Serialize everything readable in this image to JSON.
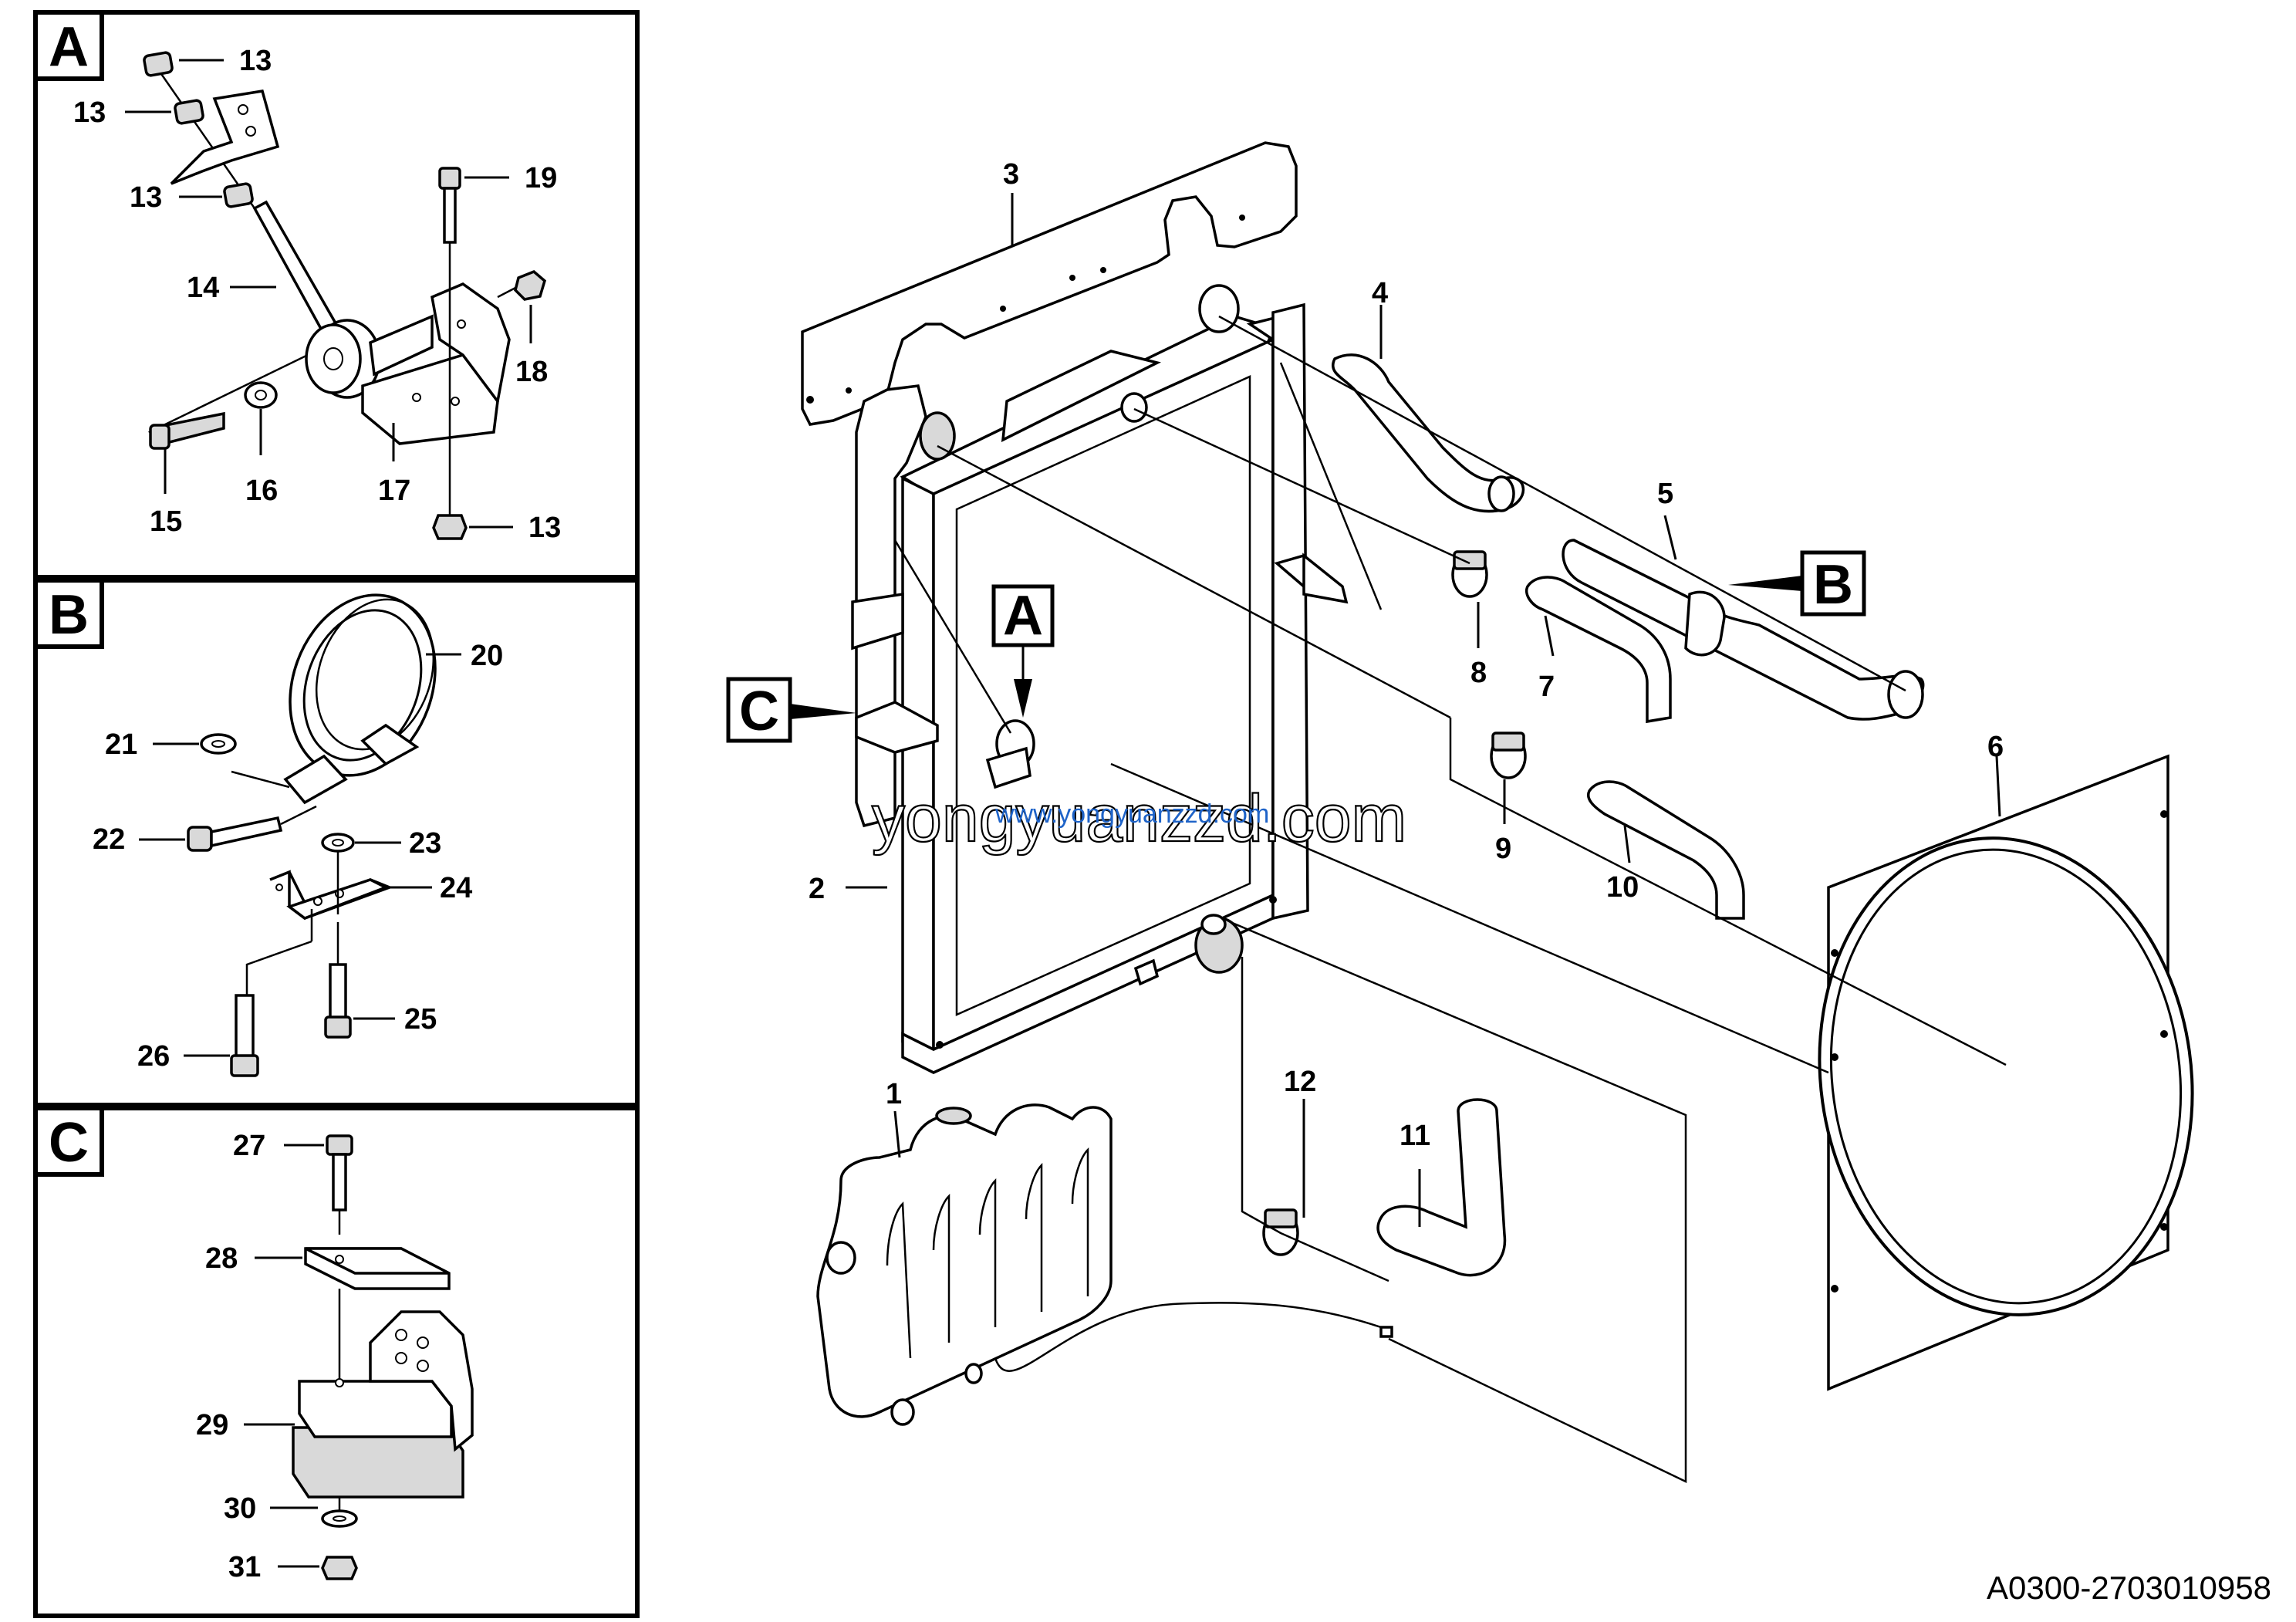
{
  "panels": [
    {
      "letter": "A"
    },
    {
      "letter": "B"
    },
    {
      "letter": "C"
    }
  ],
  "callouts": {
    "a": "A",
    "b": "B",
    "c": "C"
  },
  "labels": {
    "A13a": "13",
    "A13b": "13",
    "A13c": "13",
    "A13d": "13",
    "A14": "14",
    "A15": "15",
    "A16": "16",
    "A17": "17",
    "A18": "18",
    "A19": "19",
    "B20": "20",
    "B21": "21",
    "B22": "22",
    "B23": "23",
    "B24": "24",
    "B25": "25",
    "B26": "26",
    "C27": "27",
    "C28": "28",
    "C29": "29",
    "C30": "30",
    "C31": "31",
    "M1": "1",
    "M2": "2",
    "M3": "3",
    "M4": "4",
    "M5": "5",
    "M6": "6",
    "M7": "7",
    "M8": "8",
    "M9": "9",
    "M10": "10",
    "M11": "11",
    "M12": "12"
  },
  "watermark": {
    "main": "yongyuanzzd.com",
    "small": "www.yongyuanzzd.com"
  },
  "drawing_code": "A0300-2703010958"
}
